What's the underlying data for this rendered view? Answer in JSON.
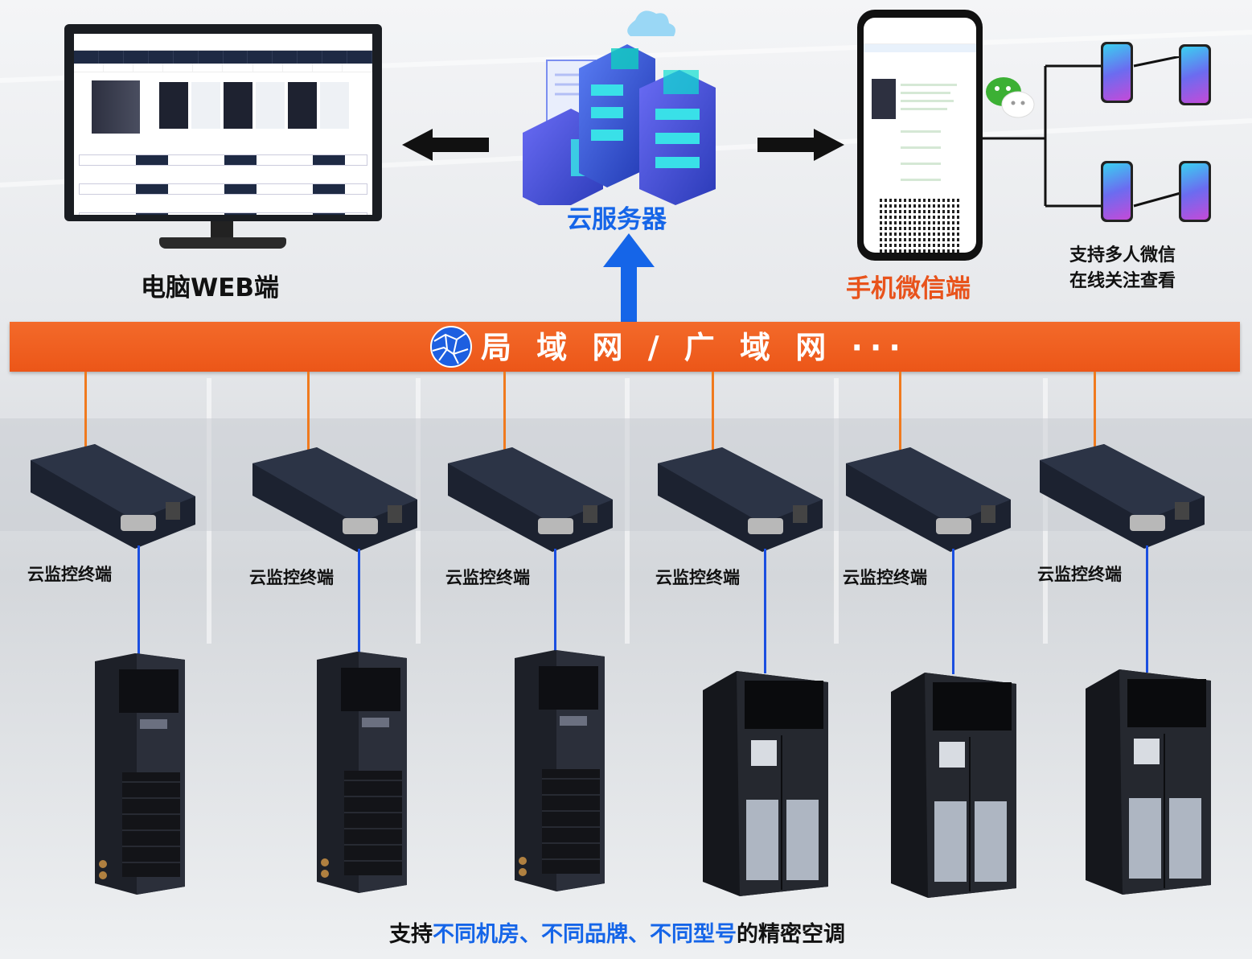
{
  "nodes": {
    "pc": {
      "label": "电脑WEB端"
    },
    "cloud": {
      "label": "云服务器"
    },
    "mobile": {
      "label": "手机微信端"
    },
    "multi_user": {
      "line1": "支持多人微信",
      "line2": "在线关注查看"
    },
    "network": {
      "label": "局 域 网 / 广 域 网 ···"
    }
  },
  "terminals": [
    {
      "label": "云监控终端"
    },
    {
      "label": "云监控终端"
    },
    {
      "label": "云监控终端"
    },
    {
      "label": "云监控终端"
    },
    {
      "label": "云监控终端"
    },
    {
      "label": "云监控终端"
    }
  ],
  "footer": {
    "prefix": "支持",
    "highlight": "不同机房、不同品牌、不同型号",
    "suffix": "的精密空调"
  },
  "colors": {
    "network_band": "#ec5618",
    "accent_blue": "#1565e8",
    "accent_orange": "#e8531c",
    "upper_cable": "#f07a1e",
    "lower_cable": "#1b4fe0"
  },
  "icons": [
    "monitor-icon",
    "cloud-server-icon",
    "phone-icon",
    "wechat-icon",
    "globe-icon",
    "arrow-left-icon",
    "arrow-right-icon",
    "arrow-up-icon"
  ]
}
